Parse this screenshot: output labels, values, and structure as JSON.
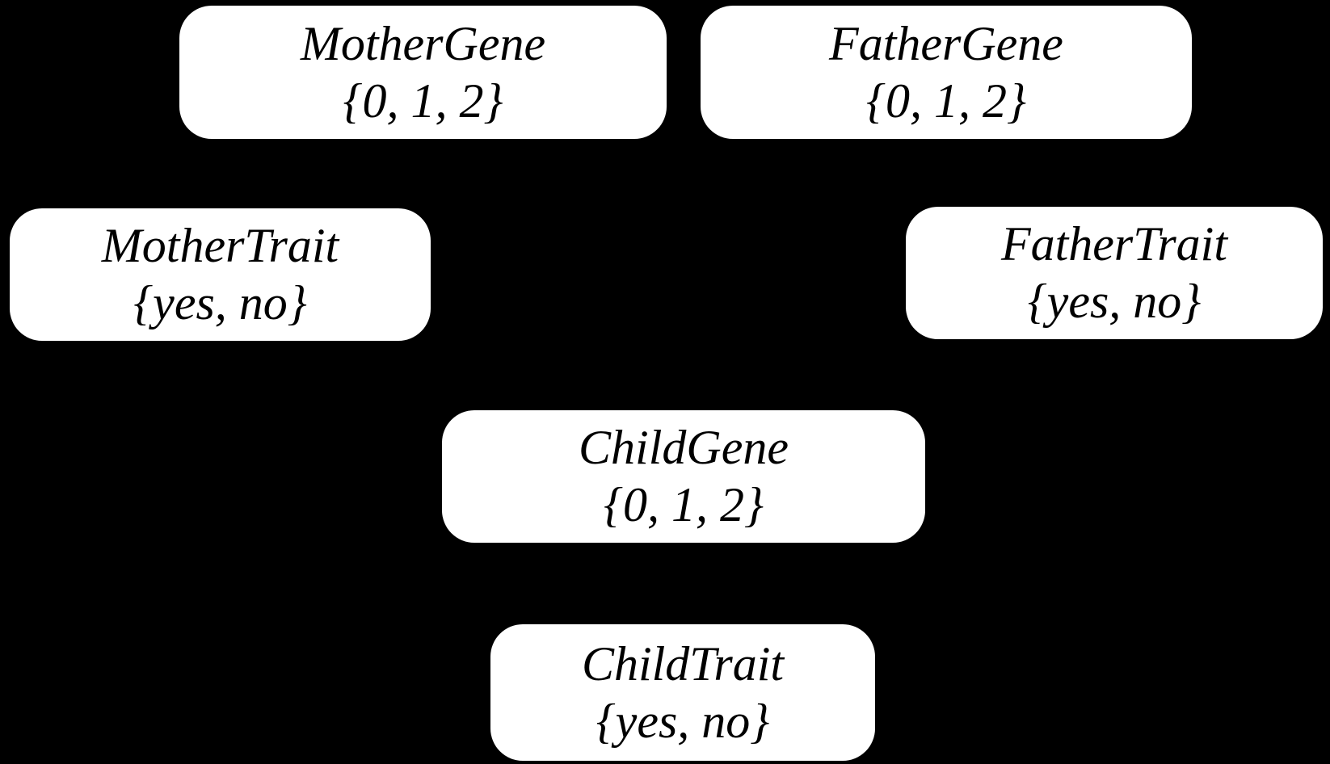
{
  "diagram": {
    "type": "bayesian-network",
    "background_color": "#000000",
    "node_fill_color": "#ffffff",
    "node_text_color": "#000000",
    "visible_edges": [],
    "nodes": [
      {
        "id": "mother-gene",
        "title": "MotherGene",
        "domain": "{0, 1, 2}"
      },
      {
        "id": "father-gene",
        "title": "FatherGene",
        "domain": "{0, 1, 2}"
      },
      {
        "id": "mother-trait",
        "title": "MotherTrait",
        "domain": "{yes, no}"
      },
      {
        "id": "father-trait",
        "title": "FatherTrait",
        "domain": "{yes, no}"
      },
      {
        "id": "child-gene",
        "title": "ChildGene",
        "domain": "{0, 1, 2}"
      },
      {
        "id": "child-trait",
        "title": "ChildTrait",
        "domain": "{yes, no}"
      }
    ]
  }
}
